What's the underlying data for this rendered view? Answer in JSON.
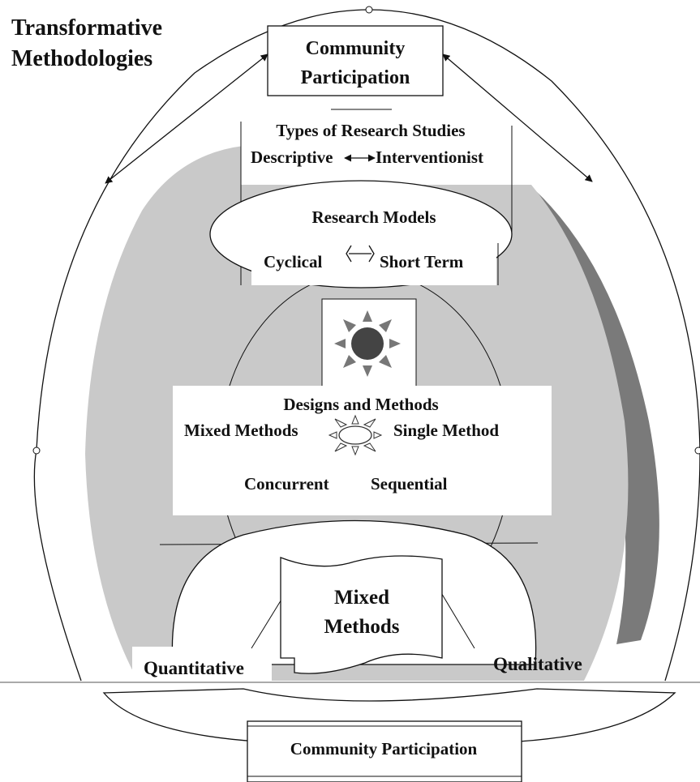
{
  "title_line1": "Transformative",
  "title_line2": "Methodologies",
  "top_box": {
    "line1": "Community",
    "line2": "Participation"
  },
  "research_types": {
    "title": "Types of Research Studies",
    "left": "Descriptive",
    "right": "Interventionist"
  },
  "research_models": {
    "title": "Research Models",
    "left": "Cyclical",
    "right": "Short Term"
  },
  "designs": {
    "title": "Designs and Methods",
    "left": "Mixed Methods",
    "right": "Single Method",
    "bottom_left": "Concurrent",
    "bottom_right": "Sequential"
  },
  "core": {
    "line1": "Mixed",
    "line2": "Methods",
    "left": "Quantitative",
    "right": "Qualitative"
  },
  "bottom_box": {
    "label": "Community Participation"
  },
  "icons": [
    "sun-icon",
    "small-sun-icon",
    "double-arrow-icon"
  ],
  "colors": {
    "shadow": "#c9c9c9",
    "dark_shadow": "#7a7a7a",
    "sun": "#444444",
    "stroke": "#111111"
  }
}
